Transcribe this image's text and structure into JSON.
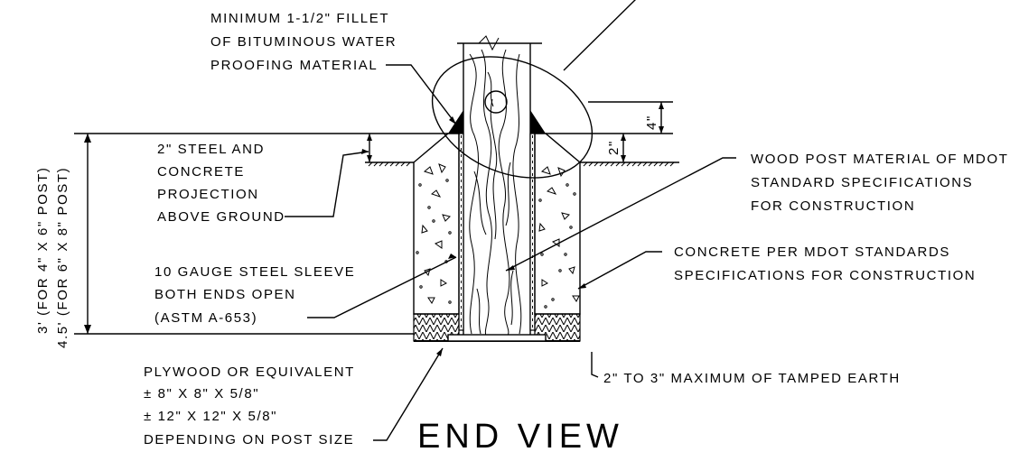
{
  "labels": {
    "fillet": [
      "MINIMUM 1-1/2\" FILLET",
      "OF BITUMINOUS WATER",
      "PROOFING MATERIAL"
    ],
    "projection": [
      "2\" STEEL AND",
      "CONCRETE",
      "PROJECTION",
      "ABOVE GROUND"
    ],
    "sleeve": [
      "10 GAUGE STEEL SLEEVE",
      "BOTH ENDS OPEN",
      "(ASTM A-653)"
    ],
    "plywood": [
      "PLYWOOD OR EQUIVALENT",
      "± 8\" X 8\" X 5/8\"",
      "± 12\" X 12\" X 5/8\"",
      "DEPENDING ON POST SIZE"
    ],
    "wood_post": [
      "WOOD POST MATERIAL OF MDOT",
      "STANDARD SPECIFICATIONS",
      "FOR CONSTRUCTION"
    ],
    "concrete": [
      "CONCRETE PER MDOT STANDARDS",
      "SPECIFICATIONS FOR CONSTRUCTION"
    ],
    "tamped": "2\" TO 3\"  MAXIMUM OF TAMPED EARTH",
    "title": "END VIEW"
  },
  "dimensions": {
    "depth_small": "3' (FOR 4\" X 6\" POST)",
    "depth_large": "4.5' (FOR 6\" X 8\" POST)",
    "dim_2in": "2\"",
    "dim_4in": "4\""
  }
}
